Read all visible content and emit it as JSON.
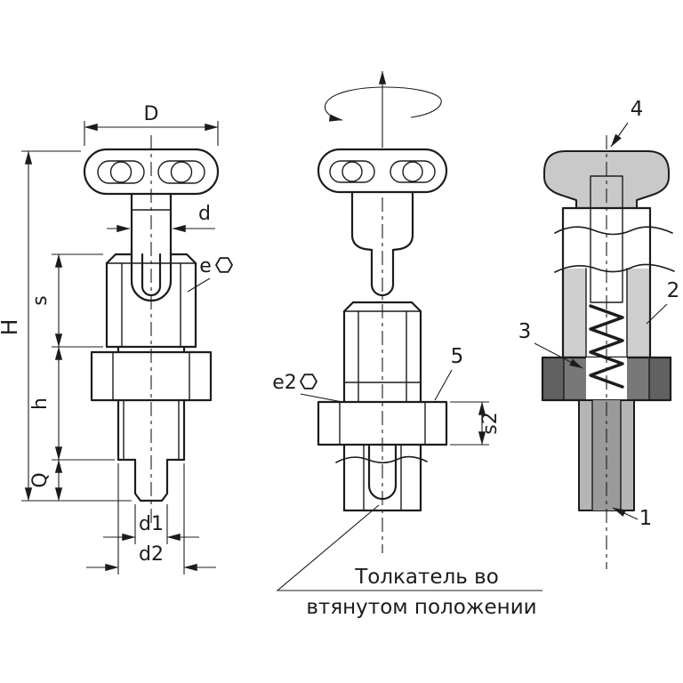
{
  "dimensions": {
    "D": "D",
    "d": "d",
    "s": "s",
    "H": "H",
    "h": "h",
    "Q": "Q",
    "d1": "d1",
    "d2": "d2",
    "s2": "s2",
    "e": "e",
    "e2": "e2"
  },
  "parts": {
    "p1": "1",
    "p2": "2",
    "p3": "3",
    "p4": "4",
    "p5": "5"
  },
  "caption": {
    "line1": "Толкатель во",
    "line2": "втянутом положении"
  },
  "colors": {
    "outline": "#1c1c1c",
    "knob": "#c9c9c9",
    "wall": "#cfcfcf",
    "rod": "#8f8f8f",
    "nut": "#787878",
    "nut_side": "#616161",
    "shaft": "#b5b5b5",
    "shaft_core": "#9a9a9a",
    "background": "#ffffff"
  }
}
